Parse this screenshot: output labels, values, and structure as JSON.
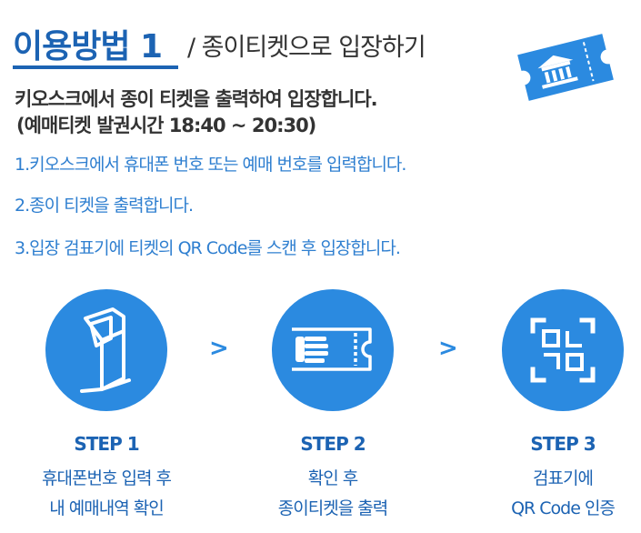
{
  "header": {
    "title_main": "이용방법 1",
    "title_sub": "/ 종이티켓으로 입장하기",
    "desc_line1": "키오스크에서  종이 티켓을 출력하여 입장합니다.",
    "desc_line2": "(예매티켓 발권시간 18:40 ~ 20:30)"
  },
  "instructions": [
    "1.키오스크에서  휴대폰 번호 또는 예매 번호를 입력합니다.",
    "2.종이 티켓을 출력합니다.",
    "3.입장 검표기에 티켓의 QR Code를 스캔 후  입장합니다."
  ],
  "arrows": [
    ">",
    ">"
  ],
  "steps": [
    {
      "label": "STEP 1",
      "line1": "휴대폰번호 입력 후",
      "line2": "내 예매내역 확인",
      "icon": "kiosk-icon"
    },
    {
      "label": "STEP 2",
      "line1": "확인 후",
      "line2": "종이티켓을 출력",
      "icon": "ticket-print-icon"
    },
    {
      "label": "STEP 3",
      "line1": "검표기에",
      "line2": "QR Code 인증",
      "icon": "qr-scan-icon"
    }
  ],
  "colors": {
    "primary": "#2b8ae0",
    "dark_blue": "#1c63b3",
    "text": "#333333"
  }
}
